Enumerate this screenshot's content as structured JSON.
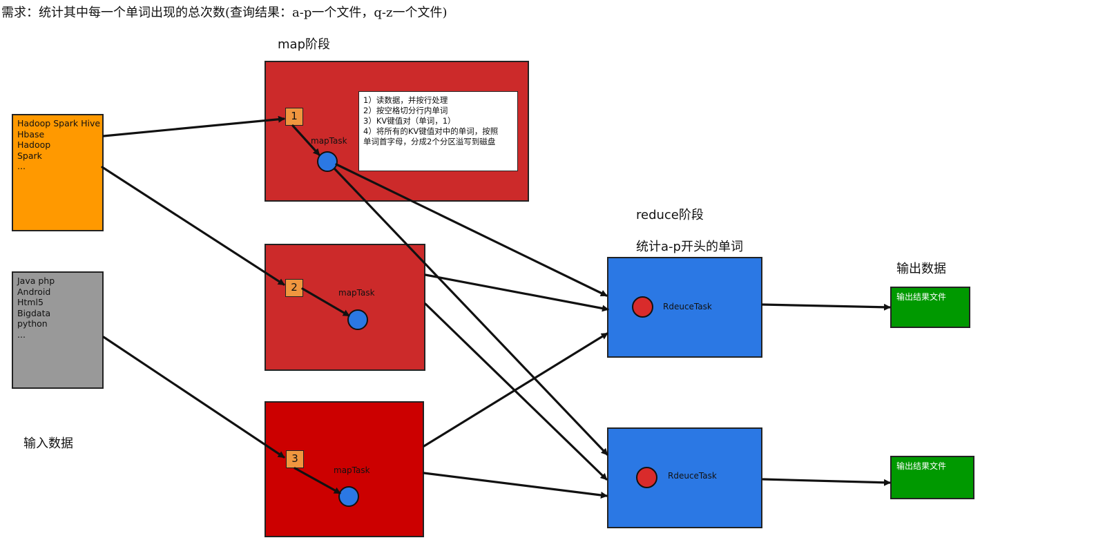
{
  "requirement": "需求：统计其中每一个单词出现的总次数(查询结果：a-p一个文件，q-z一个文件)",
  "sections": {
    "map_stage": "map阶段",
    "reduce_stage": "reduce阶段",
    "reduce_sub": "统计a-p开头的单词",
    "output_data": "输出数据",
    "input_data": "输入数据"
  },
  "inputs": [
    {
      "lines": [
        "Hadoop Spark Hive",
        "Hbase",
        "Hadoop",
        "Spark",
        "..."
      ]
    },
    {
      "lines": [
        "Java php",
        "Android",
        "Html5",
        "Bigdata",
        "python",
        "..."
      ]
    }
  ],
  "map_tasks": [
    {
      "number": "1",
      "label": "mapTask"
    },
    {
      "number": "2",
      "label": "mapTask"
    },
    {
      "number": "3",
      "label": "mapTask"
    }
  ],
  "map_note": [
    "1）读数据，并按行处理",
    "2）按空格切分行内单词",
    "3）KV键值对（单词，1）",
    "4）将所有的KV键值对中的单词，按照",
    "单词首字母，分成2个分区溢写到磁盘"
  ],
  "reduce_tasks": [
    {
      "label": "RdeuceTask"
    },
    {
      "label": "RdeuceTask"
    }
  ],
  "outputs": [
    {
      "label": "输出结果文件"
    },
    {
      "label": "输出结果文件"
    }
  ],
  "colors": {
    "input_1": "#ff9900",
    "input_2": "#999999",
    "map_1": "#cc2a2a",
    "map_2": "#cc2a2a",
    "map_3": "#cc0000",
    "reduce": "#2b78e4",
    "output": "#009900",
    "map_circle": "#2b78e4",
    "reduce_circle": "#d92b2b",
    "number_square": "#f0963f"
  }
}
